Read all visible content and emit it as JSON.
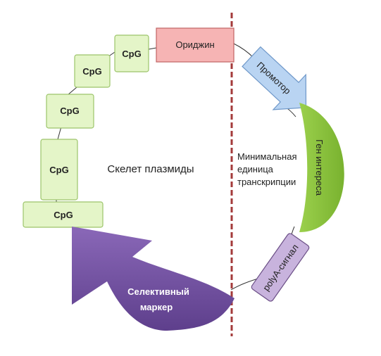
{
  "diagram": {
    "center_label": "Скелет плазмиды",
    "cpg_label": "CpG",
    "origin_label": "Ориджин",
    "promoter_label": "Промотор",
    "gene_label": "Ген интереса",
    "polya_label": "polyA-сигнал",
    "marker_line1": "Селективный",
    "marker_line2": "маркер",
    "unit_line1": "Минимальная",
    "unit_line2": "единица",
    "unit_line3": "транскрипции"
  },
  "colors": {
    "cpg_fill": "#e4f5c8",
    "cpg_stroke": "#9cc46a",
    "origin_fill": "#f6b4b4",
    "origin_stroke": "#c06565",
    "promoter_fill": "#b9d4f2",
    "promoter_stroke": "#6f98c9",
    "gene_fill": "#8cc63f",
    "polya_fill": "#c8b3dd",
    "polya_stroke": "#6b4f86",
    "marker_fill": "#7a58a8",
    "divider": "#a33a3a"
  }
}
